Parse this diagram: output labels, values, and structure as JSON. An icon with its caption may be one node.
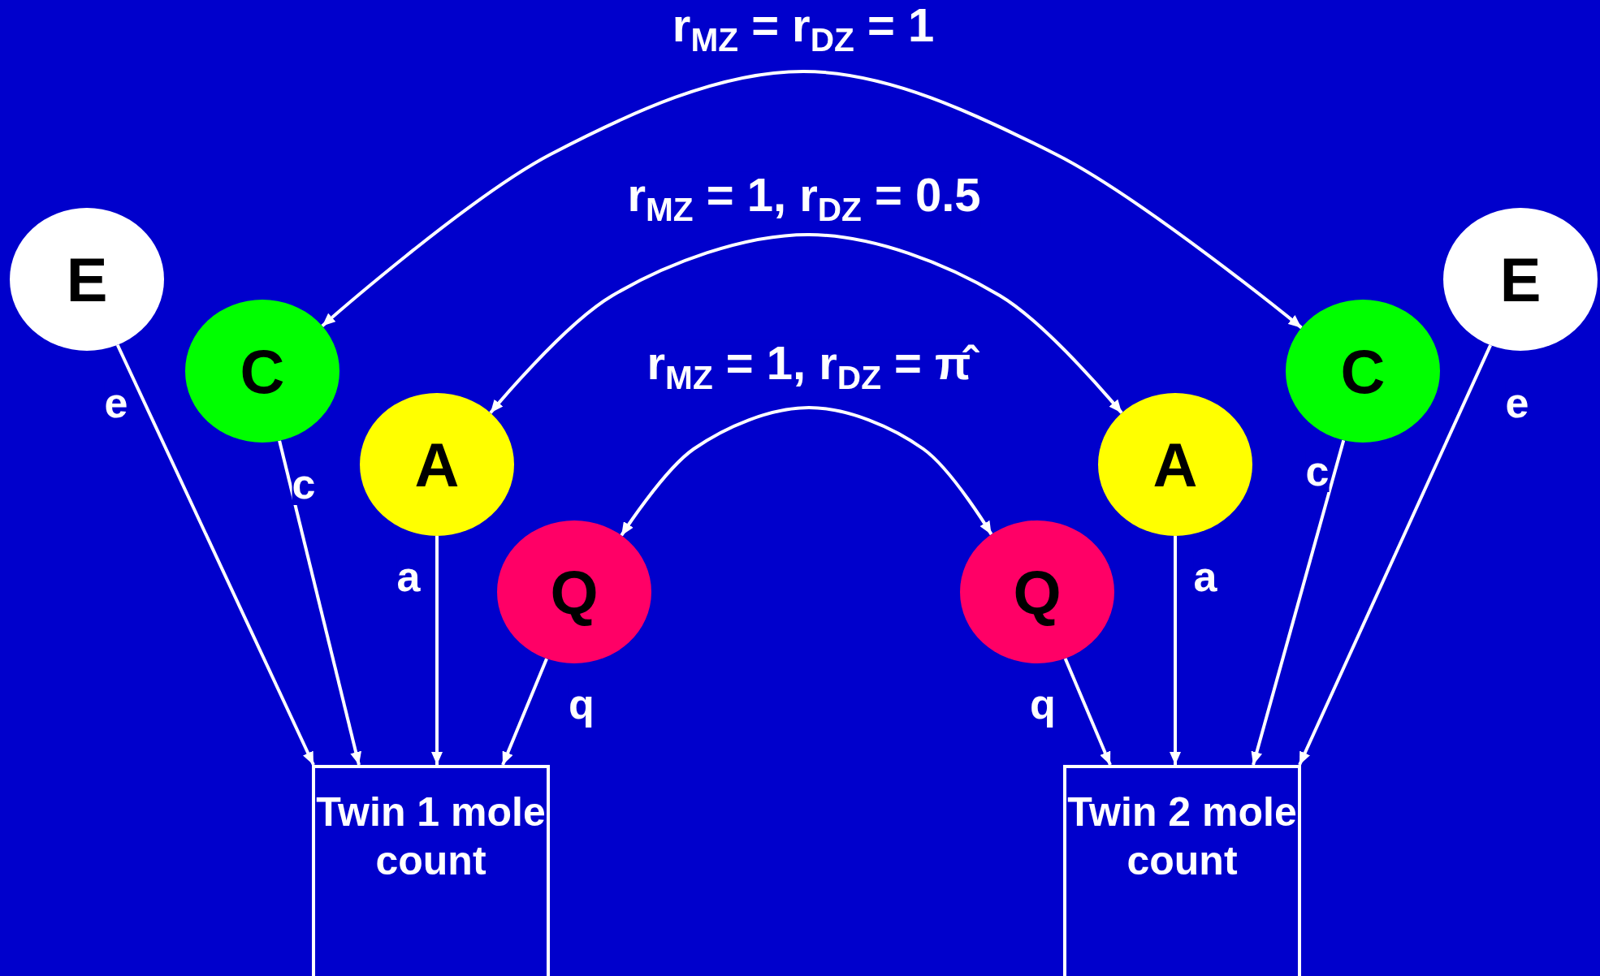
{
  "diagram": {
    "nodes": [
      {
        "text": [
          "E"
        ]
      },
      {
        "text": [
          "C"
        ]
      },
      {
        "text": [
          "A"
        ]
      },
      {
        "text": [
          "Q"
        ]
      },
      {
        "text": [
          "Q"
        ]
      },
      {
        "text": [
          "A"
        ]
      },
      {
        "text": [
          "C"
        ]
      },
      {
        "text": [
          "E"
        ]
      },
      {
        "text": [
          "Twin 1 mole count"
        ]
      },
      {
        "text": [
          "Twin 2 mole count"
        ]
      }
    ],
    "edges": [
      {
        "from": 0,
        "to": 8,
        "arrow": "to",
        "label": "e"
      },
      {
        "from": 1,
        "to": 8,
        "arrow": "to",
        "label": "c"
      },
      {
        "from": 2,
        "to": 8,
        "arrow": "to",
        "label": "a"
      },
      {
        "from": 3,
        "to": 8,
        "arrow": "to",
        "label": "q"
      },
      {
        "from": 4,
        "to": 9,
        "arrow": "to",
        "label": "q"
      },
      {
        "from": 5,
        "to": 9,
        "arrow": "to",
        "label": "a"
      },
      {
        "from": 6,
        "to": 9,
        "arrow": "to",
        "label": "c"
      },
      {
        "from": 7,
        "to": 9,
        "arrow": "to",
        "label": "e"
      },
      {
        "from": 1,
        "to": 6,
        "arrow": "both",
        "label": "r$_{MZ}$ = r$_{DZ}$ = 1"
      },
      {
        "from": 2,
        "to": 5,
        "arrow": "both",
        "label": "r$_{MZ}$ = 1, r$_{DZ}$ = 0.5"
      },
      {
        "from": 3,
        "to": 4,
        "arrow": "both",
        "label": "r$_{MZ}$ = 1, r$_{DZ}$ = π̂"
      }
    ]
  }
}
